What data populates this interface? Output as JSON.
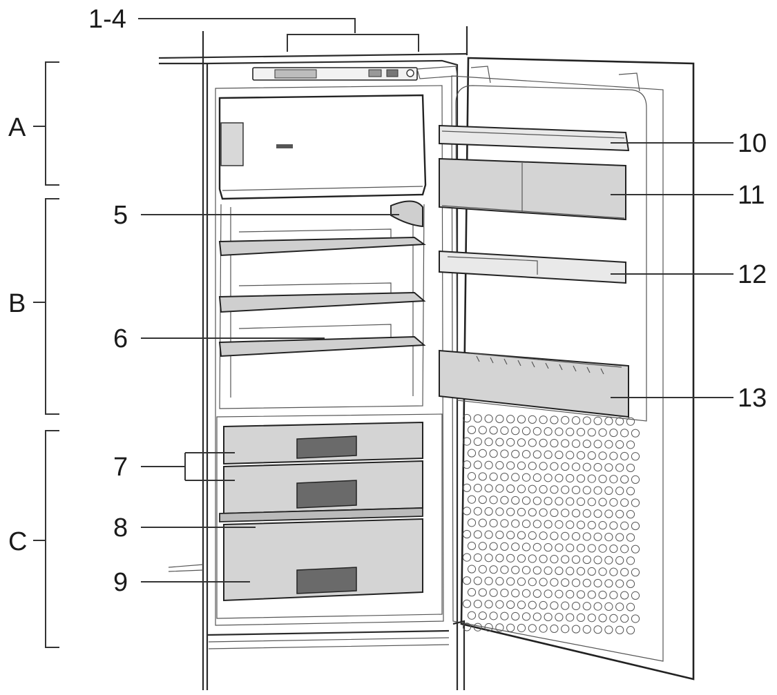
{
  "callouts": {
    "top": "1-4",
    "n5": "5",
    "n6": "6",
    "n7": "7",
    "n8": "8",
    "n9": "9",
    "n10": "10",
    "n11": "11",
    "n12": "12",
    "n13": "13"
  },
  "zones": {
    "a": "A",
    "b": "B",
    "c": "C"
  }
}
